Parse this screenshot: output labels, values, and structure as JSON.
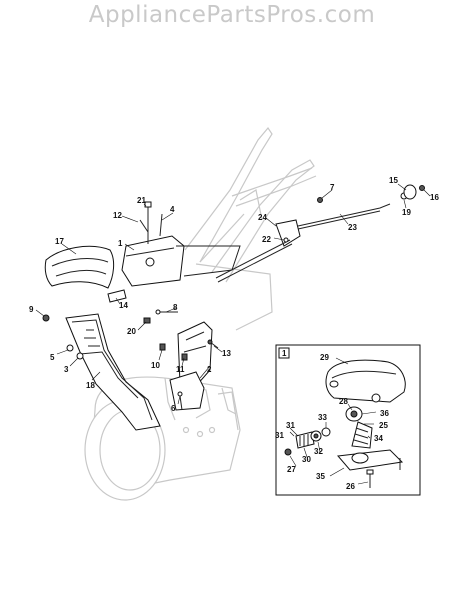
{
  "watermark": "AppliancePartsPros.com",
  "inset_label": "1",
  "callouts": [
    {
      "id": "c1",
      "text": "1"
    },
    {
      "id": "c2",
      "text": "2"
    },
    {
      "id": "c3",
      "text": "3"
    },
    {
      "id": "c4",
      "text": "4"
    },
    {
      "id": "c5",
      "text": "5"
    },
    {
      "id": "c6",
      "text": "6"
    },
    {
      "id": "c7",
      "text": "7"
    },
    {
      "id": "c8",
      "text": "8"
    },
    {
      "id": "c9",
      "text": "9"
    },
    {
      "id": "c10",
      "text": "10"
    },
    {
      "id": "c11",
      "text": "11"
    },
    {
      "id": "c12",
      "text": "12"
    },
    {
      "id": "c13",
      "text": "13"
    },
    {
      "id": "c14",
      "text": "14"
    },
    {
      "id": "c15",
      "text": "15"
    },
    {
      "id": "c16",
      "text": "16"
    },
    {
      "id": "c17",
      "text": "17"
    },
    {
      "id": "c18",
      "text": "18"
    },
    {
      "id": "c19",
      "text": "19"
    },
    {
      "id": "c20",
      "text": "20"
    },
    {
      "id": "c21",
      "text": "21"
    },
    {
      "id": "c22",
      "text": "22"
    },
    {
      "id": "c23",
      "text": "23"
    },
    {
      "id": "c24",
      "text": "24"
    },
    {
      "id": "c25",
      "text": "25"
    },
    {
      "id": "c26",
      "text": "26"
    },
    {
      "id": "c27",
      "text": "27"
    },
    {
      "id": "c28",
      "text": "28"
    },
    {
      "id": "c29",
      "text": "29"
    },
    {
      "id": "c30",
      "text": "30"
    },
    {
      "id": "c31a",
      "text": "31"
    },
    {
      "id": "c31b",
      "text": "31"
    },
    {
      "id": "c32",
      "text": "32"
    },
    {
      "id": "c33",
      "text": "33"
    },
    {
      "id": "c34",
      "text": "34"
    },
    {
      "id": "c35",
      "text": "35"
    },
    {
      "id": "c36",
      "text": "36"
    }
  ]
}
